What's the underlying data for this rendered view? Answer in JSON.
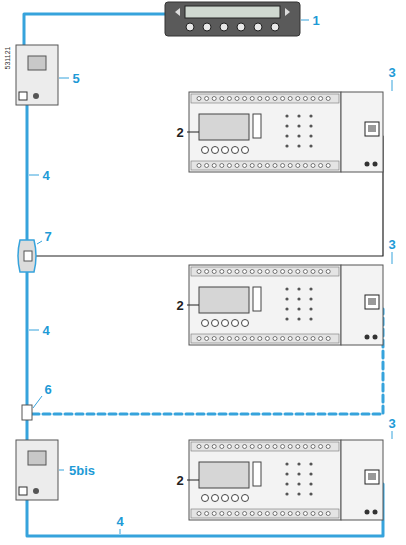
{
  "diagram": {
    "labels": [
      "531121",
      "1",
      "5",
      "3",
      "2",
      "4",
      "7",
      "3",
      "2",
      "4",
      "6",
      "3",
      "5bis",
      "2",
      "4"
    ]
  }
}
